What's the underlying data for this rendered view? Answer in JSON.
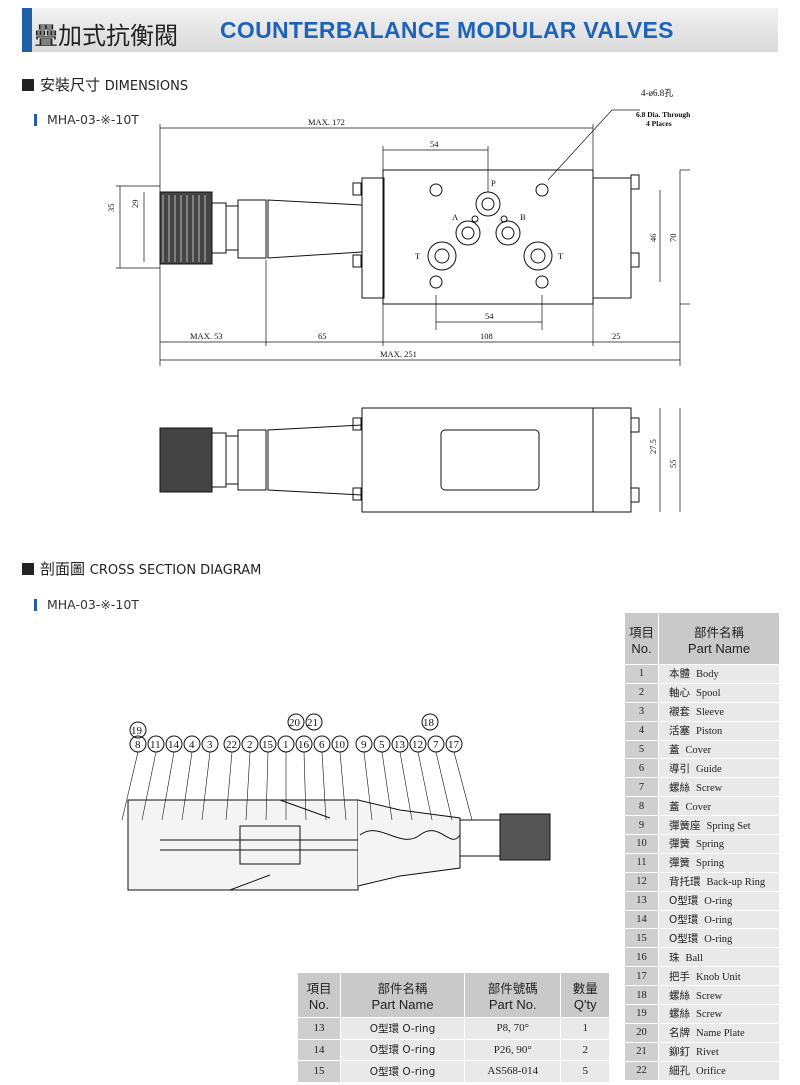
{
  "header": {
    "title_cn": "疊加式抗衡閥",
    "title_en": "COUNTERBALANCE MODULAR VALVES"
  },
  "dimensions_section": {
    "heading_cn": "安裝尺寸",
    "heading_en": "DIMENSIONS",
    "model": "MHA-03-※-10T",
    "hole_note_top": "4-ø6.8孔",
    "hole_note_en1": "6.8 Dia. Through",
    "hole_note_en2": "4 Places",
    "dims": {
      "max172": "MAX. 172",
      "d54_top": "54",
      "d54_bottom": "54",
      "d35": "35",
      "d29": "29",
      "d46": "46",
      "d70": "70",
      "max53": "MAX. 53",
      "d65": "65",
      "d108": "108",
      "d25": "25",
      "max251": "MAX. 251",
      "d27_5": "27.5",
      "d55": "55"
    },
    "ports": {
      "p": "P",
      "a": "A",
      "b": "B",
      "t_left": "T",
      "t_right": "T"
    }
  },
  "cross_section": {
    "heading_cn": "剖面圖",
    "heading_en": "CROSS SECTION DIAGRAM",
    "model": "MHA-03-※-10T",
    "callouts_top": [
      "19",
      "20",
      "21",
      "18"
    ],
    "callouts_row": [
      "8",
      "11",
      "14",
      "4",
      "3",
      "22",
      "2",
      "15",
      "1",
      "16",
      "6",
      "10",
      "9",
      "5",
      "13",
      "12",
      "7",
      "17"
    ]
  },
  "parts_table": {
    "header_no_cn": "項目",
    "header_no_en": "No.",
    "header_name_cn": "部件名稱",
    "header_name_en": "Part Name",
    "rows": [
      {
        "no": "1",
        "cn": "本體",
        "en": "Body"
      },
      {
        "no": "2",
        "cn": "軸心",
        "en": "Spool"
      },
      {
        "no": "3",
        "cn": "襯套",
        "en": "Sleeve"
      },
      {
        "no": "4",
        "cn": "活塞",
        "en": "Piston"
      },
      {
        "no": "5",
        "cn": "蓋",
        "en": "Cover"
      },
      {
        "no": "6",
        "cn": "導引",
        "en": "Guide"
      },
      {
        "no": "7",
        "cn": "螺絲",
        "en": "Screw"
      },
      {
        "no": "8",
        "cn": "蓋",
        "en": "Cover"
      },
      {
        "no": "9",
        "cn": "彈簧座",
        "en": "Spring Set"
      },
      {
        "no": "10",
        "cn": "彈簧",
        "en": "Spring"
      },
      {
        "no": "11",
        "cn": "彈簧",
        "en": "Spring"
      },
      {
        "no": "12",
        "cn": "背托環",
        "en": "Back-up Ring"
      },
      {
        "no": "13",
        "cn": "O型環",
        "en": "O-ring"
      },
      {
        "no": "14",
        "cn": "O型環",
        "en": "O-ring"
      },
      {
        "no": "15",
        "cn": "O型環",
        "en": "O-ring"
      },
      {
        "no": "16",
        "cn": "珠",
        "en": "Ball"
      },
      {
        "no": "17",
        "cn": "把手",
        "en": "Knob Unit"
      },
      {
        "no": "18",
        "cn": "螺絲",
        "en": "Screw"
      },
      {
        "no": "19",
        "cn": "螺絲",
        "en": "Screw"
      },
      {
        "no": "20",
        "cn": "名牌",
        "en": "Name Plate"
      },
      {
        "no": "21",
        "cn": "鉚釘",
        "en": "Rivet"
      },
      {
        "no": "22",
        "cn": "細孔",
        "en": "Orifice"
      }
    ]
  },
  "oring_table": {
    "headers": [
      {
        "cn": "項目",
        "en": "No."
      },
      {
        "cn": "部件名稱",
        "en": "Part Name"
      },
      {
        "cn": "部件號碼",
        "en": "Part No."
      },
      {
        "cn": "數量",
        "en": "Q'ty"
      }
    ],
    "rows": [
      {
        "no": "13",
        "name": "O型環 O-ring",
        "part": "P8, 70°",
        "qty": "1"
      },
      {
        "no": "14",
        "name": "O型環 O-ring",
        "part": "P26, 90°",
        "qty": "2"
      },
      {
        "no": "15",
        "name": "O型環 O-ring",
        "part": "AS568-014",
        "qty": "5"
      }
    ]
  }
}
